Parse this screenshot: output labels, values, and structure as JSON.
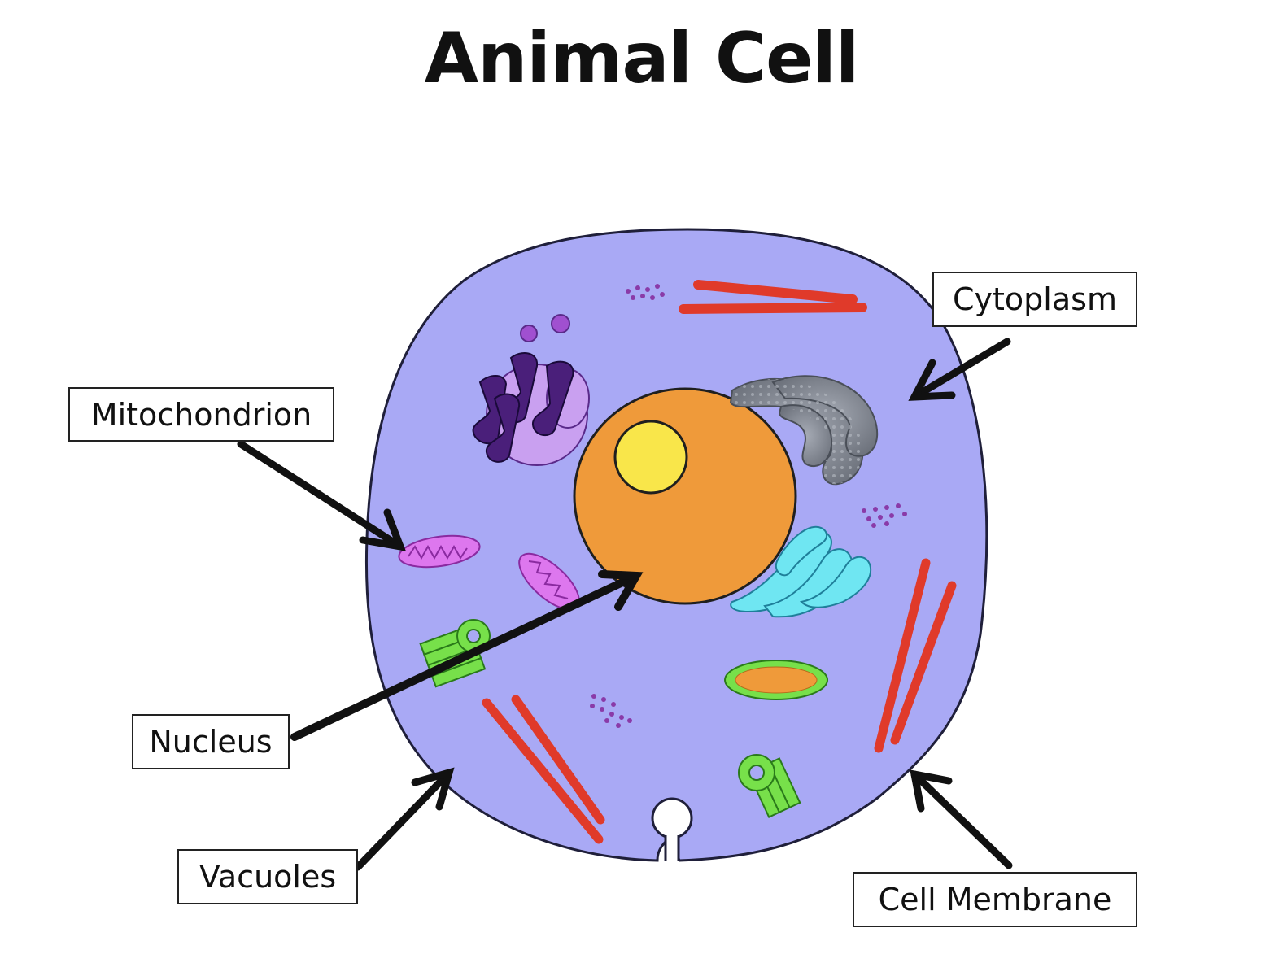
{
  "title": "Animal Cell",
  "labels": {
    "cytoplasm": "Cytoplasm",
    "mitochondrion": "Mitochondrion",
    "nucleus": "Nucleus",
    "vacuoles": "Vacuoles",
    "cell_membrane": "Cell Membrane"
  },
  "colors": {
    "cytoplasm": "#a9a9f5",
    "nucleus": "#ef9a3a",
    "nucleolus": "#f9e64a",
    "mitochondrion": "#dd77ee",
    "golgi": "#8a8f99",
    "er": "#6fe6f2",
    "centriole": "#77e04a",
    "microtubule": "#e03a2a",
    "lysosome": "#c9a0f0",
    "arrow": "#111111"
  }
}
